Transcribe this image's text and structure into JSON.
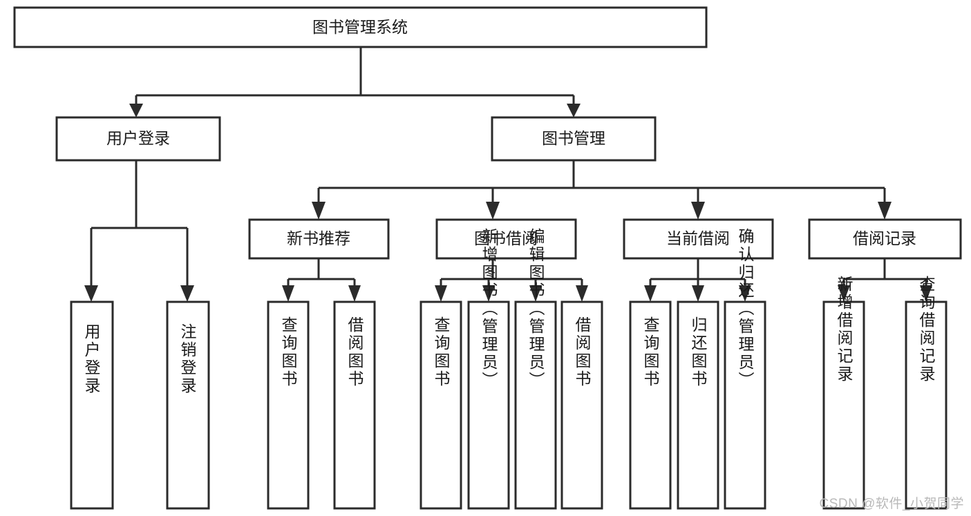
{
  "diagram": {
    "title": "图书管理系统",
    "type": "tree-hierarchy-diagram",
    "watermark": "CSDN @软件_小贺同学",
    "colors": {
      "background": "#ffffff",
      "box_border": "#2b2b2b",
      "box_fill": "#ffffff",
      "text": "#1a1a1a",
      "watermark": "#b9b9b9"
    },
    "nodes": {
      "root": {
        "label": "图书管理系统"
      },
      "level2": [
        {
          "label": "用户登录"
        },
        {
          "label": "图书管理"
        }
      ],
      "level3": [
        {
          "label": "新书推荐"
        },
        {
          "label": "图书借阅"
        },
        {
          "label": "当前借阅"
        },
        {
          "label": "借阅记录"
        }
      ],
      "leaves": {
        "user_login": [
          {
            "label": "用户登录"
          },
          {
            "label": "注销登录"
          }
        ],
        "new_book_recommend": [
          {
            "label": "查询图书"
          },
          {
            "label": "借阅图书"
          }
        ],
        "book_borrow": [
          {
            "label": "查询图书"
          },
          {
            "label": "新增图书（管理员）"
          },
          {
            "label": "编辑图书（管理员）"
          },
          {
            "label": "借阅图书"
          }
        ],
        "current_borrow": [
          {
            "label": "查询图书"
          },
          {
            "label": "归还图书"
          },
          {
            "label": "确认归还（管理员）"
          }
        ],
        "borrow_record": [
          {
            "label": "新增借阅记录"
          },
          {
            "label": "查询借阅记录"
          }
        ]
      }
    }
  }
}
